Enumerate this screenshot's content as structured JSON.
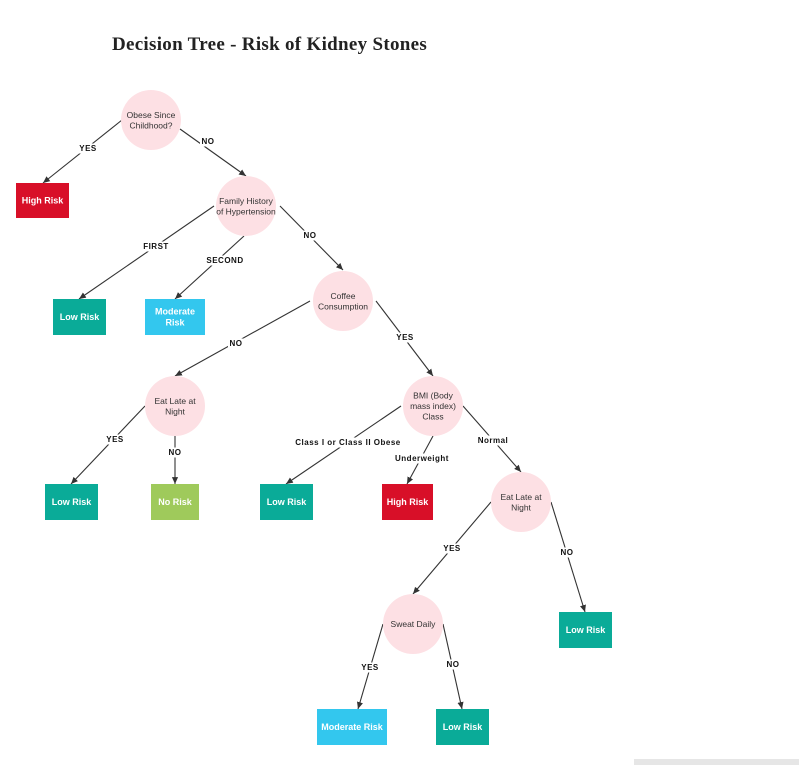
{
  "title": "Decision Tree - Risk of Kidney Stones",
  "colors": {
    "node_fill": "#fde0e4",
    "high_risk": "#d80f28",
    "low_risk": "#0aab98",
    "moderate_risk": "#33c7ee",
    "no_risk": "#9fca5b",
    "edge": "#333333"
  },
  "decision_nodes": [
    {
      "id": "obese",
      "lines": [
        "Obese Since",
        "Childhood?"
      ]
    },
    {
      "id": "family",
      "lines": [
        "Family History",
        "of Hypertension"
      ]
    },
    {
      "id": "coffee",
      "lines": [
        "Coffee",
        "Consumption"
      ]
    },
    {
      "id": "eatlate1",
      "lines": [
        "Eat Late at",
        "Night"
      ]
    },
    {
      "id": "bmi",
      "lines": [
        "BMI (Body",
        "mass index)",
        "Class"
      ]
    },
    {
      "id": "eatlate2",
      "lines": [
        "Eat Late at",
        "Night"
      ]
    },
    {
      "id": "sweat",
      "lines": [
        "Sweat Daily"
      ]
    }
  ],
  "outcome_nodes": [
    {
      "id": "o1",
      "lines": [
        "High Risk"
      ],
      "kind": "high_risk"
    },
    {
      "id": "o2",
      "lines": [
        "Low Risk"
      ],
      "kind": "low_risk"
    },
    {
      "id": "o3",
      "lines": [
        "Moderate",
        "Risk"
      ],
      "kind": "moderate_risk"
    },
    {
      "id": "o4",
      "lines": [
        "Low Risk"
      ],
      "kind": "low_risk"
    },
    {
      "id": "o5",
      "lines": [
        "No Risk"
      ],
      "kind": "no_risk"
    },
    {
      "id": "o6",
      "lines": [
        "Low Risk"
      ],
      "kind": "low_risk"
    },
    {
      "id": "o7",
      "lines": [
        "High Risk"
      ],
      "kind": "high_risk"
    },
    {
      "id": "o8",
      "lines": [
        "Low Risk"
      ],
      "kind": "low_risk"
    },
    {
      "id": "o9",
      "lines": [
        "Moderate Risk"
      ],
      "kind": "moderate_risk"
    },
    {
      "id": "o10",
      "lines": [
        "Low Risk"
      ],
      "kind": "low_risk"
    }
  ],
  "edges": [
    {
      "from": "obese",
      "to": "o1",
      "label": "YES"
    },
    {
      "from": "obese",
      "to": "family",
      "label": "NO"
    },
    {
      "from": "family",
      "to": "o2",
      "label": "FIRST"
    },
    {
      "from": "family",
      "to": "o3",
      "label": "SECOND"
    },
    {
      "from": "family",
      "to": "coffee",
      "label": "NO"
    },
    {
      "from": "coffee",
      "to": "eatlate1",
      "label": "NO"
    },
    {
      "from": "coffee",
      "to": "bmi",
      "label": "YES"
    },
    {
      "from": "eatlate1",
      "to": "o4",
      "label": "YES"
    },
    {
      "from": "eatlate1",
      "to": "o5",
      "label": "NO"
    },
    {
      "from": "bmi",
      "to": "o6",
      "label": "Class I or Class II Obese"
    },
    {
      "from": "bmi",
      "to": "o7",
      "label": "Underweight"
    },
    {
      "from": "bmi",
      "to": "eatlate2",
      "label": "Normal"
    },
    {
      "from": "eatlate2",
      "to": "sweat",
      "label": "YES"
    },
    {
      "from": "eatlate2",
      "to": "o8",
      "label": "NO"
    },
    {
      "from": "sweat",
      "to": "o9",
      "label": "YES"
    },
    {
      "from": "sweat",
      "to": "o10",
      "label": "NO"
    }
  ]
}
